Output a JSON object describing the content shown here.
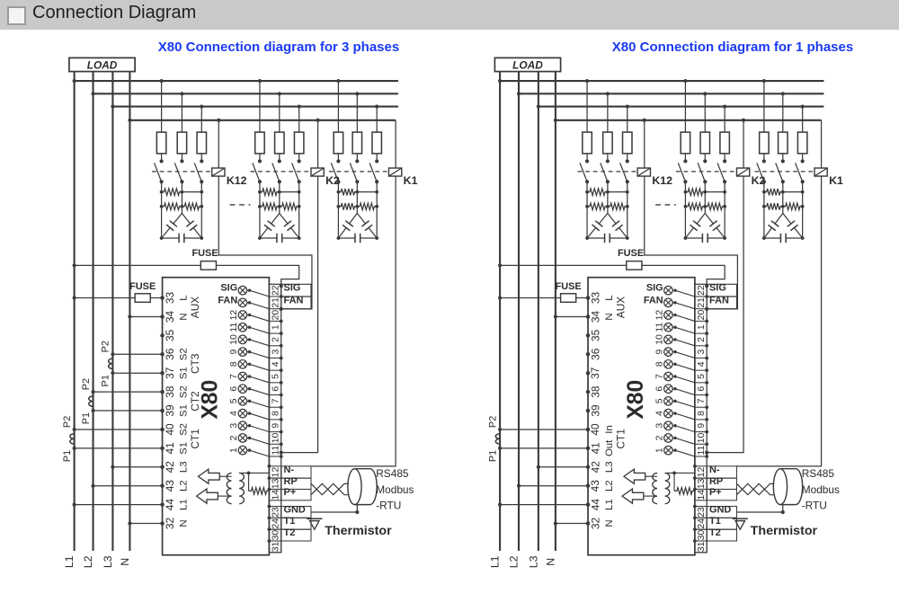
{
  "header": {
    "title": "Connection Diagram"
  },
  "colors": {
    "line": "#3a3a3a",
    "title_blue": "#1b3af2",
    "header_gray": "#c9c9c9"
  },
  "diagrams": [
    {
      "id": "3-phases",
      "title": "X80 Connection diagram for 3 phases",
      "load_label": "LOAD",
      "phase_labels": [
        "L1",
        "L2",
        "L3",
        "N"
      ],
      "contactor_labels": [
        "K12",
        "K2",
        "K1"
      ],
      "fuse_label": "FUSE",
      "aux_fuse_label": "FUSE",
      "device_label": "X80",
      "ct_polarity_labels": {
        "bottom": "P1",
        "top": "P2"
      },
      "left_terminals": [
        {
          "num": "33",
          "label": "L"
        },
        {
          "num": "34",
          "label": "N"
        },
        {
          "num": "35",
          "label": ""
        },
        {
          "num": "36",
          "label": "S2"
        },
        {
          "num": "37",
          "label": "S1"
        },
        {
          "num": "38",
          "label": "S2"
        },
        {
          "num": "39",
          "label": "S1"
        },
        {
          "num": "40",
          "label": "S2"
        },
        {
          "num": "41",
          "label": "S1"
        },
        {
          "num": "42",
          "label": "L3"
        },
        {
          "num": "43",
          "label": "L2"
        },
        {
          "num": "44",
          "label": "L1"
        },
        {
          "num": "32",
          "label": "N"
        }
      ],
      "left_groups": [
        {
          "label": "AUX",
          "from": 0,
          "to": 1
        },
        {
          "label": "CT3",
          "from": 3,
          "to": 4
        },
        {
          "label": "CT2",
          "from": 5,
          "to": 6
        },
        {
          "label": "CT1",
          "from": 7,
          "to": 8
        }
      ],
      "current_transformers": [
        {
          "phase_index": 2,
          "top_terminal_index": 3,
          "bottom_terminal_index": 4
        },
        {
          "phase_index": 1,
          "top_terminal_index": 5,
          "bottom_terminal_index": 6
        },
        {
          "phase_index": 0,
          "top_terminal_index": 7,
          "bottom_terminal_index": 8
        }
      ],
      "relay_rows": [
        {
          "relay": "SIG",
          "terminal": "22"
        },
        {
          "relay": "FAN",
          "terminal": "21"
        },
        {
          "relay": "12",
          "terminal": "20"
        },
        {
          "relay": "11",
          "terminal": "1"
        },
        {
          "relay": "10",
          "terminal": "2"
        },
        {
          "relay": "9",
          "terminal": "3"
        },
        {
          "relay": "8",
          "terminal": "4"
        },
        {
          "relay": "7",
          "terminal": "5"
        },
        {
          "relay": "6",
          "terminal": "6"
        },
        {
          "relay": "5",
          "terminal": "7"
        },
        {
          "relay": "4",
          "terminal": "8"
        },
        {
          "relay": "3",
          "terminal": "9"
        },
        {
          "relay": "2",
          "terminal": "10"
        },
        {
          "relay": "1",
          "terminal": "11"
        }
      ],
      "output_cell_labels": [
        "SIG",
        "FAN"
      ],
      "lower_terminals": [
        {
          "num": "12",
          "label": "N-"
        },
        {
          "num": "13",
          "label": "RP"
        },
        {
          "num": "14",
          "label": "P+"
        },
        {
          "num": "23",
          "label": "GND"
        },
        {
          "num": "24",
          "label": "T1"
        },
        {
          "num": "30",
          "label": "T2"
        },
        {
          "num": "31",
          "label": ""
        }
      ],
      "rs485_label_lines": [
        "RS485",
        "Modbus",
        "-RTU"
      ],
      "thermistor_label": "Thermistor"
    },
    {
      "id": "1-phases",
      "title": "X80 Connection diagram for 1 phases",
      "load_label": "LOAD",
      "phase_labels": [
        "L1",
        "L2",
        "L3",
        "N"
      ],
      "contactor_labels": [
        "K12",
        "K2",
        "K1"
      ],
      "fuse_label": "FUSE",
      "aux_fuse_label": "FUSE",
      "device_label": "X80",
      "ct_polarity_labels": {
        "bottom": "P1",
        "top": "P2"
      },
      "left_terminals": [
        {
          "num": "33",
          "label": "L"
        },
        {
          "num": "34",
          "label": "N"
        },
        {
          "num": "35",
          "label": ""
        },
        {
          "num": "36",
          "label": ""
        },
        {
          "num": "37",
          "label": ""
        },
        {
          "num": "38",
          "label": ""
        },
        {
          "num": "39",
          "label": ""
        },
        {
          "num": "40",
          "label": "In"
        },
        {
          "num": "41",
          "label": "Out"
        },
        {
          "num": "42",
          "label": "L3"
        },
        {
          "num": "43",
          "label": "L2"
        },
        {
          "num": "44",
          "label": "L1"
        },
        {
          "num": "32",
          "label": "N"
        }
      ],
      "left_groups": [
        {
          "label": "AUX",
          "from": 0,
          "to": 1
        },
        {
          "label": "CT1",
          "from": 7,
          "to": 8
        }
      ],
      "current_transformers": [
        {
          "phase_index": 0,
          "top_terminal_index": 7,
          "bottom_terminal_index": 8
        }
      ],
      "relay_rows": [
        {
          "relay": "SIG",
          "terminal": "22"
        },
        {
          "relay": "FAN",
          "terminal": "21"
        },
        {
          "relay": "12",
          "terminal": "20"
        },
        {
          "relay": "11",
          "terminal": "1"
        },
        {
          "relay": "10",
          "terminal": "2"
        },
        {
          "relay": "9",
          "terminal": "3"
        },
        {
          "relay": "8",
          "terminal": "4"
        },
        {
          "relay": "7",
          "terminal": "5"
        },
        {
          "relay": "6",
          "terminal": "6"
        },
        {
          "relay": "5",
          "terminal": "7"
        },
        {
          "relay": "4",
          "terminal": "8"
        },
        {
          "relay": "3",
          "terminal": "9"
        },
        {
          "relay": "2",
          "terminal": "10"
        },
        {
          "relay": "1",
          "terminal": "11"
        }
      ],
      "output_cell_labels": [
        "SIG",
        "FAN"
      ],
      "lower_terminals": [
        {
          "num": "12",
          "label": "N-"
        },
        {
          "num": "13",
          "label": "RP"
        },
        {
          "num": "14",
          "label": "P+"
        },
        {
          "num": "23",
          "label": "GND"
        },
        {
          "num": "24",
          "label": "T1"
        },
        {
          "num": "30",
          "label": "T2"
        },
        {
          "num": "31",
          "label": ""
        }
      ],
      "rs485_label_lines": [
        "RS485",
        "Modbus",
        "-RTU"
      ],
      "thermistor_label": "Thermistor"
    }
  ]
}
